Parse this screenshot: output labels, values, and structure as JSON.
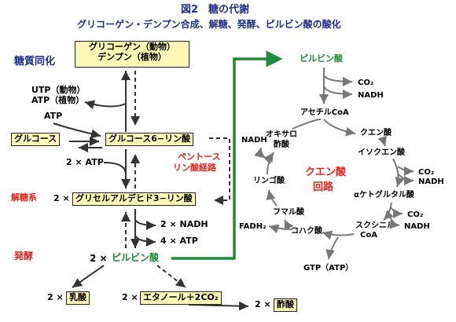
{
  "header": {
    "title": "図2　糖の代謝",
    "subtitle": "グリコーゲン・デンプン合成、解糖、発酵、ピルビン酸の酸化"
  },
  "sections": {
    "saccharide_assimilation": "糖質同化",
    "glycolysis": "解糖系",
    "fermentation": "発酵"
  },
  "boxes": {
    "glycogen_line1": "グリコーゲン（動物）",
    "glycogen_line2": "デンプン（植物）",
    "glucose": "グルコース",
    "glucose6p": "グルコース6−リン酸",
    "g3p": "グリセルアルデヒド3−リン酸",
    "lactate": "乳酸",
    "ethanol": "エタノール＋2CO₂",
    "acetate": "酢酸"
  },
  "labels": {
    "utp_line1": "UTP（動物）",
    "utp_line2": "ATP（植物）",
    "atp": "ATP",
    "two_atp_in": "2 × ATP",
    "two_times_g3p": "2 ×",
    "two_nadh": "2 × NADH",
    "four_atp": "4 × ATP",
    "two_times_pyruvate": "2 ×",
    "pyruvate": "ピルビン酸",
    "two_times_lactate": "2 ×",
    "two_times_ethanol": "2 ×",
    "two_times_acetate": "2 ×",
    "pentose_line1": "ペントース",
    "pentose_line2": "リン酸経路"
  },
  "tca": {
    "pyruvate_top": "ピルビン酸",
    "co2_1": "CO₂",
    "nadh_1": "NADH",
    "acetyl_coa": "アセチルCoA",
    "citrate": "クエン酸",
    "isocitrate": "イソクエン酸",
    "co2_2": "CO₂",
    "nadh_2": "NADH",
    "akg": "αケトグルタル酸",
    "co2_3": "CO₂",
    "nadh_3": "NADH",
    "succinyl_line1": "スクシニル",
    "succinyl_line2": "CoA",
    "succinate": "コハク酸",
    "fumarate": "フマル酸",
    "fadh2": "FADH₂",
    "malate": "リンゴ酸",
    "oxaloacetate_line1": "オキサロ",
    "oxaloacetate_line2": "酢酸",
    "nadh_4": "NADH",
    "center_line1": "クエン酸",
    "center_line2": "回路",
    "gtp": "GTP（ATP）"
  },
  "colors": {
    "title": "#1f2f8f",
    "section_red": "#e8241a",
    "pyruvate_green": "#1e8a3a",
    "box_fill": "#fff7b6",
    "tca_gray": "#777777"
  }
}
